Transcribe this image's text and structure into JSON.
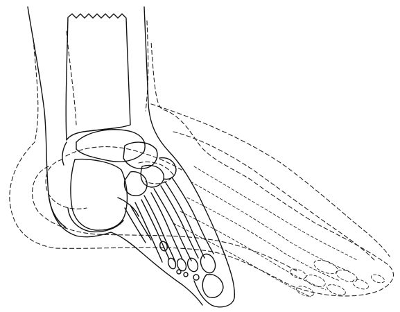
{
  "figure": {
    "type": "line-drawing",
    "subject": "foot-and-ankle-bones",
    "views": [
      "solid-outline",
      "dashed-outline"
    ],
    "colors": {
      "line": "#111111",
      "background": "#ffffff"
    }
  }
}
